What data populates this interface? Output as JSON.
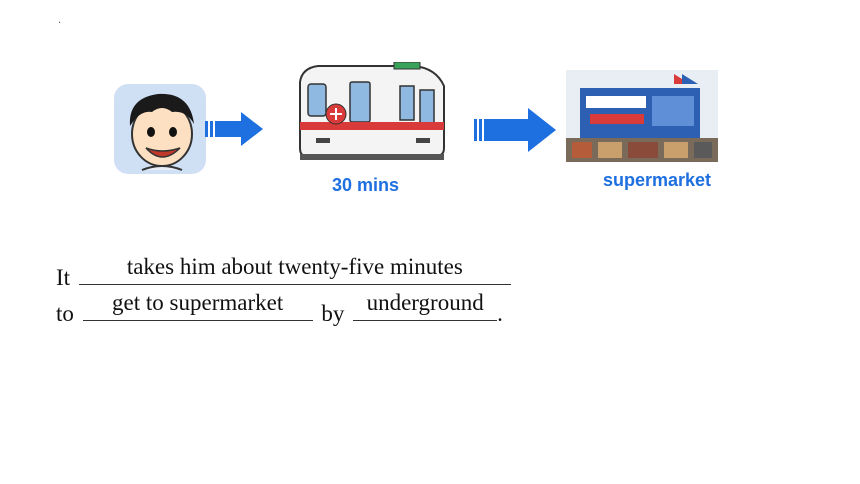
{
  "slide": {
    "dot": "·",
    "caption_time": "30 mins",
    "caption_place": "supermarket",
    "sentence": {
      "word_it": "It",
      "blank1_answer": "takes him about twenty-five minutes",
      "word_to": "to",
      "blank2_answer": "get to supermarket",
      "word_by": "by",
      "blank3_answer": "underground",
      "end_mark": "."
    },
    "illustrations": {
      "boy": "boy-face-icon",
      "arrow1": "arrow-right-icon",
      "train": "subway-train-icon",
      "arrow2": "arrow-right-icon",
      "store": "supermarket-building-icon"
    },
    "colors": {
      "accent": "#1e6fe0",
      "text": "#111111"
    }
  }
}
